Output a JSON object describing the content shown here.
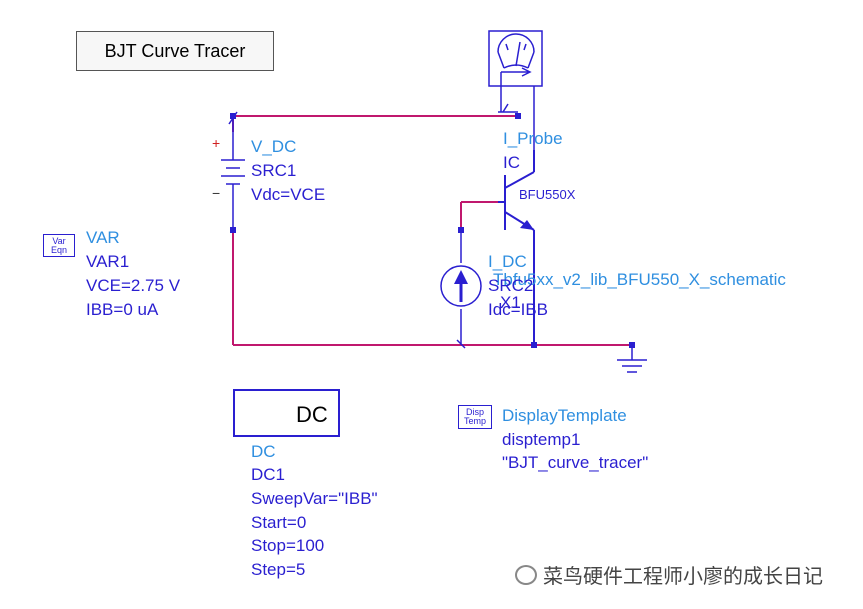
{
  "title": "BJT Curve Tracer",
  "vdc": {
    "name": "V_DC",
    "inst": "SRC1",
    "param": "Vdc=VCE",
    "plus": "+",
    "minus": "−"
  },
  "var": {
    "icon_top": "Var",
    "icon_bottom": "Eqn",
    "name": "VAR",
    "inst": "VAR1",
    "vce": "VCE=2.75 V",
    "ibb": "IBB=0 uA"
  },
  "probe": {
    "name": "I_Probe",
    "inst": "IC"
  },
  "bjt": {
    "model": "BFU550X",
    "lib": "Tbfu5xx_v2_lib_BFU550_X_schematic",
    "inst": "X1"
  },
  "idc": {
    "name": "I_DC",
    "inst": "SRC2",
    "param": "Idc=IBB"
  },
  "dc": {
    "box_label": "DC",
    "name": "DC",
    "inst": "DC1",
    "sweep": "SweepVar=\"IBB\"",
    "start": "Start=0",
    "stop": "Stop=100",
    "step": "Step=5"
  },
  "disp": {
    "icon_top": "Disp",
    "icon_bottom": "Temp",
    "name": "DisplayTemplate",
    "inst": "disptemp1",
    "value": "\"BJT_curve_tracer\""
  },
  "watermark": "菜鸟硬件工程师小廖的成长日记",
  "colors": {
    "wire": "#c0186e",
    "component": "#2a1fd0",
    "label": "#2f8fe0"
  }
}
